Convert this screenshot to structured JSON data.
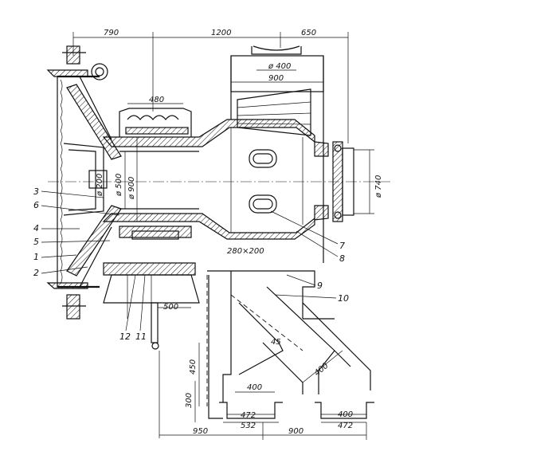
{
  "dimensions": {
    "top_left": "790",
    "top_mid": "1200",
    "top_right": "650",
    "d400_top": "ø 400",
    "w900_top": "900",
    "w480": "480",
    "d200": "ø 200",
    "d500": "ø 500",
    "d900": "ø 900",
    "d740": "ø 740",
    "opening": "280×200",
    "w500": "500",
    "h450": "450",
    "h300": "300",
    "w400_mid": "400",
    "angle45": "45",
    "w400_diag": "400",
    "w472_left": "472",
    "w532": "532",
    "w400_right": "400",
    "w472_right": "472",
    "bot_950": "950",
    "bot_900": "900"
  },
  "labels": {
    "l1": "1",
    "l2": "2",
    "l3": "3",
    "l4": "4",
    "l5": "5",
    "l6": "6",
    "l7": "7",
    "l8": "8",
    "l9": "9",
    "l10": "10",
    "l11": "11",
    "l12": "12"
  }
}
